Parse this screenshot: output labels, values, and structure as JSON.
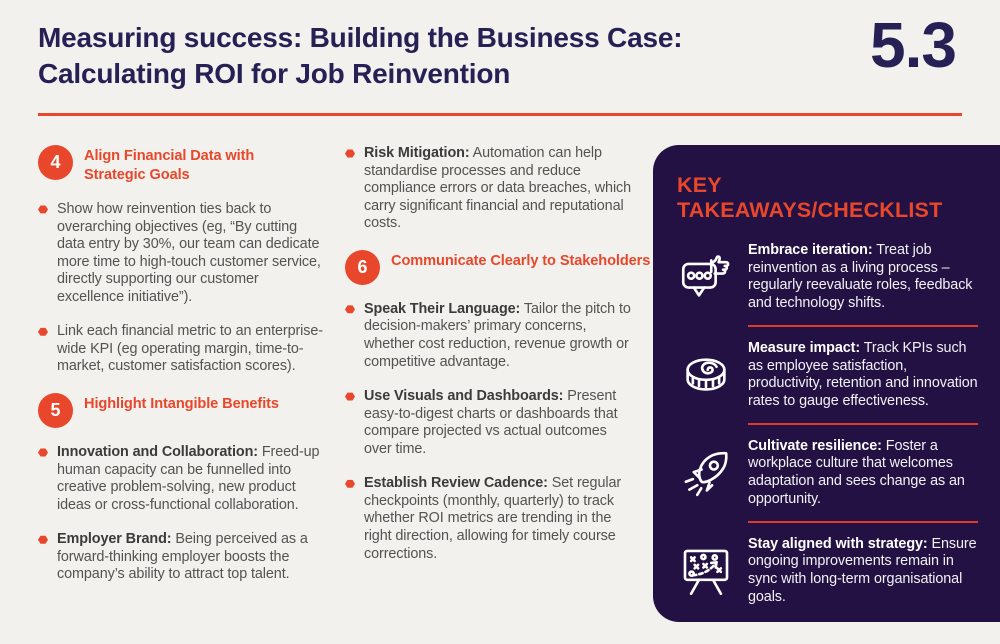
{
  "header": {
    "title_line1": "Measuring success: Building the Business Case:",
    "title_line2": "Calculating ROI for Job Reinvention",
    "section_number": "5.3"
  },
  "colors": {
    "accent": "#E8472B",
    "navy": "#262054",
    "panel_background": "#221142",
    "body_text": "#555351"
  },
  "columns": {
    "left": [
      {
        "type": "section",
        "number": "4",
        "heading": "Align Financial Data with\nStrategic Goals"
      },
      {
        "type": "bullet",
        "lead": "",
        "text": "Show how reinvention ties back to overarching objectives (eg, “By cutting data entry by 30%, our team can dedicate more time to high-touch customer service, directly supporting our customer excellence initiative”)."
      },
      {
        "type": "bullet",
        "lead": "",
        "text": "Link each financial metric to an enterprise-wide KPI (eg operating margin, time-to-market, customer satisfaction scores)."
      },
      {
        "type": "section",
        "number": "5",
        "heading": "Highlight Intangible Benefits"
      },
      {
        "type": "bullet",
        "lead": "Innovation and Collaboration:",
        "text": "Freed-up human capacity can be funnelled into creative problem-solving, new product ideas or cross-functional collaboration."
      },
      {
        "type": "bullet",
        "lead": "Employer Brand:",
        "text": "Being perceived as a forward-thinking employer boosts the company’s ability to attract top talent."
      }
    ],
    "middle": [
      {
        "type": "bullet",
        "lead": "Risk Mitigation:",
        "text": "Automation can help standardise processes and reduce compliance errors or data breaches, which carry significant financial and reputational costs."
      },
      {
        "type": "section",
        "number": "6",
        "heading": "Communicate Clearly to Stakeholders"
      },
      {
        "type": "bullet",
        "lead": "Speak Their Language:",
        "text": "Tailor the pitch to decision-makers’ primary concerns, whether cost reduction, revenue growth or competitive advantage."
      },
      {
        "type": "bullet",
        "lead": "Use Visuals and Dashboards:",
        "text": "Present easy-to-digest charts or dashboards that compare projected vs actual outcomes over time."
      },
      {
        "type": "bullet",
        "lead": "Establish Review Cadence:",
        "text": "Set regular checkpoints (monthly, quarterly) to track whether ROI metrics are trending in the right direction, allowing for timely course corrections."
      }
    ]
  },
  "panel": {
    "title": "KEY TAKEAWAYS/CHECKLIST",
    "items": [
      {
        "icon": "thumbs-up-chat-icon",
        "lead": "Embrace iteration:",
        "text": "Treat job reinvention as a living process – regularly reevaluate roles, feedback and technology shifts."
      },
      {
        "icon": "measuring-tape-icon",
        "lead": "Measure impact:",
        "text": "Track KPIs such as employee satisfaction, productivity, retention and innovation rates to gauge effectiveness."
      },
      {
        "icon": "rocket-icon",
        "lead": "Cultivate resilience:",
        "text": "Foster a workplace culture that welcomes adaptation and sees change as an opportunity."
      },
      {
        "icon": "strategy-board-icon",
        "lead": "Stay aligned with strategy:",
        "text": "Ensure ongoing improvements remain in sync with long-term organisational goals."
      }
    ]
  }
}
